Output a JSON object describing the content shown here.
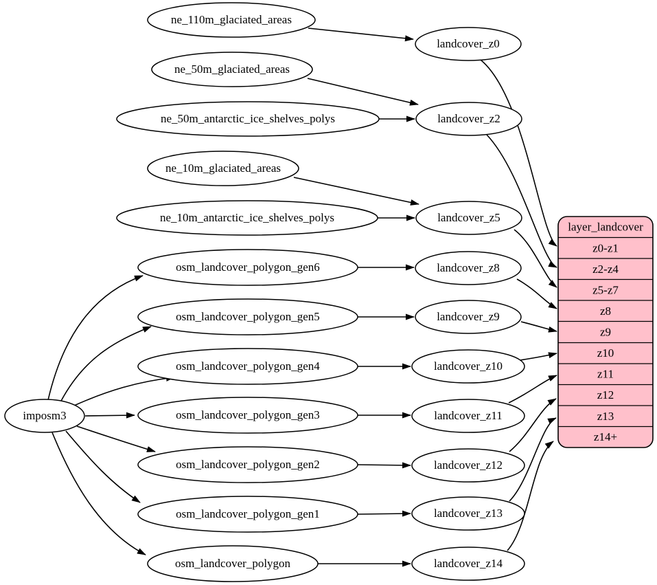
{
  "colors": {
    "background": "#ffffff",
    "node_fill": "#ffffff",
    "edge_stroke": "#000000",
    "record_fill": "#ffc0cb"
  },
  "nodes": {
    "root": "imposm3",
    "sources": [
      "ne_110m_glaciated_areas",
      "ne_50m_glaciated_areas",
      "ne_50m_antarctic_ice_shelves_polys",
      "ne_10m_glaciated_areas",
      "ne_10m_antarctic_ice_shelves_polys",
      "osm_landcover_polygon_gen6",
      "osm_landcover_polygon_gen5",
      "osm_landcover_polygon_gen4",
      "osm_landcover_polygon_gen3",
      "osm_landcover_polygon_gen2",
      "osm_landcover_polygon_gen1",
      "osm_landcover_polygon"
    ],
    "intermediates": [
      "landcover_z0",
      "landcover_z2",
      "landcover_z5",
      "landcover_z8",
      "landcover_z9",
      "landcover_z10",
      "landcover_z11",
      "landcover_z12",
      "landcover_z13",
      "landcover_z14"
    ]
  },
  "record": {
    "title": "layer_landcover",
    "rows": [
      "z0-z1",
      "z2-z4",
      "z5-z7",
      "z8",
      "z9",
      "z10",
      "z11",
      "z12",
      "z13",
      "z14+"
    ]
  },
  "edges": [
    {
      "from": "imposm3",
      "to": "osm_landcover_polygon_gen6"
    },
    {
      "from": "imposm3",
      "to": "osm_landcover_polygon_gen5"
    },
    {
      "from": "imposm3",
      "to": "osm_landcover_polygon_gen4"
    },
    {
      "from": "imposm3",
      "to": "osm_landcover_polygon_gen3"
    },
    {
      "from": "imposm3",
      "to": "osm_landcover_polygon_gen2"
    },
    {
      "from": "imposm3",
      "to": "osm_landcover_polygon_gen1"
    },
    {
      "from": "imposm3",
      "to": "osm_landcover_polygon"
    },
    {
      "from": "ne_110m_glaciated_areas",
      "to": "landcover_z0"
    },
    {
      "from": "ne_50m_glaciated_areas",
      "to": "landcover_z2"
    },
    {
      "from": "ne_50m_antarctic_ice_shelves_polys",
      "to": "landcover_z2"
    },
    {
      "from": "ne_10m_glaciated_areas",
      "to": "landcover_z5"
    },
    {
      "from": "ne_10m_antarctic_ice_shelves_polys",
      "to": "landcover_z5"
    },
    {
      "from": "osm_landcover_polygon_gen6",
      "to": "landcover_z8"
    },
    {
      "from": "osm_landcover_polygon_gen5",
      "to": "landcover_z9"
    },
    {
      "from": "osm_landcover_polygon_gen4",
      "to": "landcover_z10"
    },
    {
      "from": "osm_landcover_polygon_gen3",
      "to": "landcover_z11"
    },
    {
      "from": "osm_landcover_polygon_gen2",
      "to": "landcover_z12"
    },
    {
      "from": "osm_landcover_polygon_gen1",
      "to": "landcover_z13"
    },
    {
      "from": "osm_landcover_polygon",
      "to": "landcover_z14"
    },
    {
      "from": "landcover_z0",
      "to": "layer_landcover.z0-z1"
    },
    {
      "from": "landcover_z2",
      "to": "layer_landcover.z2-z4"
    },
    {
      "from": "landcover_z5",
      "to": "layer_landcover.z5-z7"
    },
    {
      "from": "landcover_z8",
      "to": "layer_landcover.z8"
    },
    {
      "from": "landcover_z9",
      "to": "layer_landcover.z9"
    },
    {
      "from": "landcover_z10",
      "to": "layer_landcover.z10"
    },
    {
      "from": "landcover_z11",
      "to": "layer_landcover.z11"
    },
    {
      "from": "landcover_z12",
      "to": "layer_landcover.z12"
    },
    {
      "from": "landcover_z13",
      "to": "layer_landcover.z13"
    },
    {
      "from": "landcover_z14",
      "to": "layer_landcover.z14+"
    }
  ]
}
